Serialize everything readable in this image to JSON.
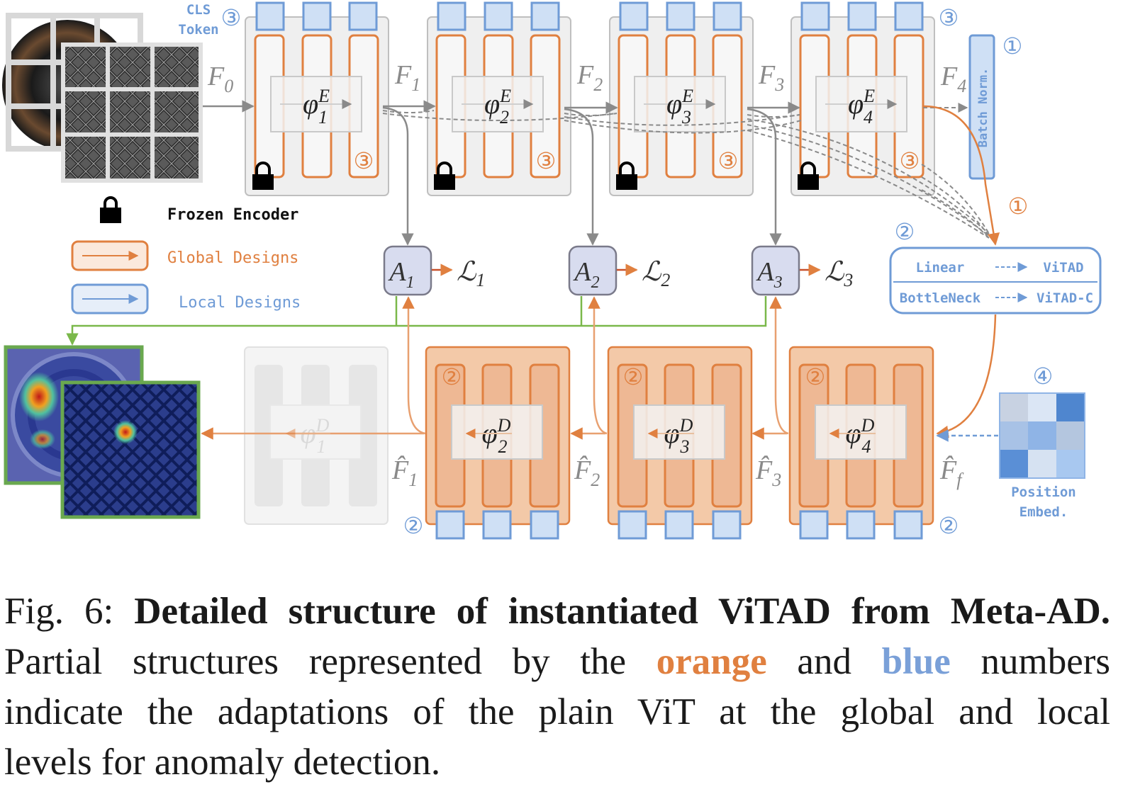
{
  "diagram": {
    "cls_token": [
      "CLS",
      "Token"
    ],
    "stages": {
      "encoder": [
        "φ1E",
        "φ2E",
        "φ3E",
        "φ4E"
      ],
      "decoder": [
        "φ1D",
        "φ2D",
        "φ3D",
        "φ4D"
      ]
    },
    "features": {
      "encoder": [
        "F0",
        "F1",
        "F2",
        "F3",
        "F4"
      ],
      "decoder": [
        "F̂1",
        "F̂2",
        "F̂3",
        "F̂f"
      ]
    },
    "aggregators": [
      "A1",
      "A2",
      "A3"
    ],
    "losses": [
      "ℒ1",
      "ℒ2",
      "ℒ3"
    ],
    "batch_norm": "Batch Norm.",
    "legend": {
      "frozen": "Frozen Encoder",
      "global": "Global Designs",
      "local": "Local Designs"
    },
    "fusion": {
      "row1_left": "Linear",
      "row1_right": "ViTAD",
      "row2_left": "BottleNeck",
      "row2_right": "ViTAD-C"
    },
    "position_embed": [
      "Position",
      "Embed."
    ],
    "markers": {
      "one": "①",
      "two": "②",
      "three": "③",
      "four": "④"
    },
    "colors": {
      "orange": "#e08040",
      "blue": "#6f9bd6",
      "green": "#7ab84a",
      "gray": "#8a8a8a",
      "decoder_fill": "#f3c9a8"
    }
  },
  "caption": {
    "fig_label": "Fig. 6:",
    "title": "Detailed structure of instantiated ViTAD from Meta-AD.",
    "line2_a": "Partial structures represented by the",
    "word_orange": "orange",
    "line2_b": "and",
    "word_blue": "blue",
    "line2_c": "numbers",
    "line3": "indicate the adaptations of the plain ViT at the global and local",
    "line4": "levels for anomaly detection."
  }
}
